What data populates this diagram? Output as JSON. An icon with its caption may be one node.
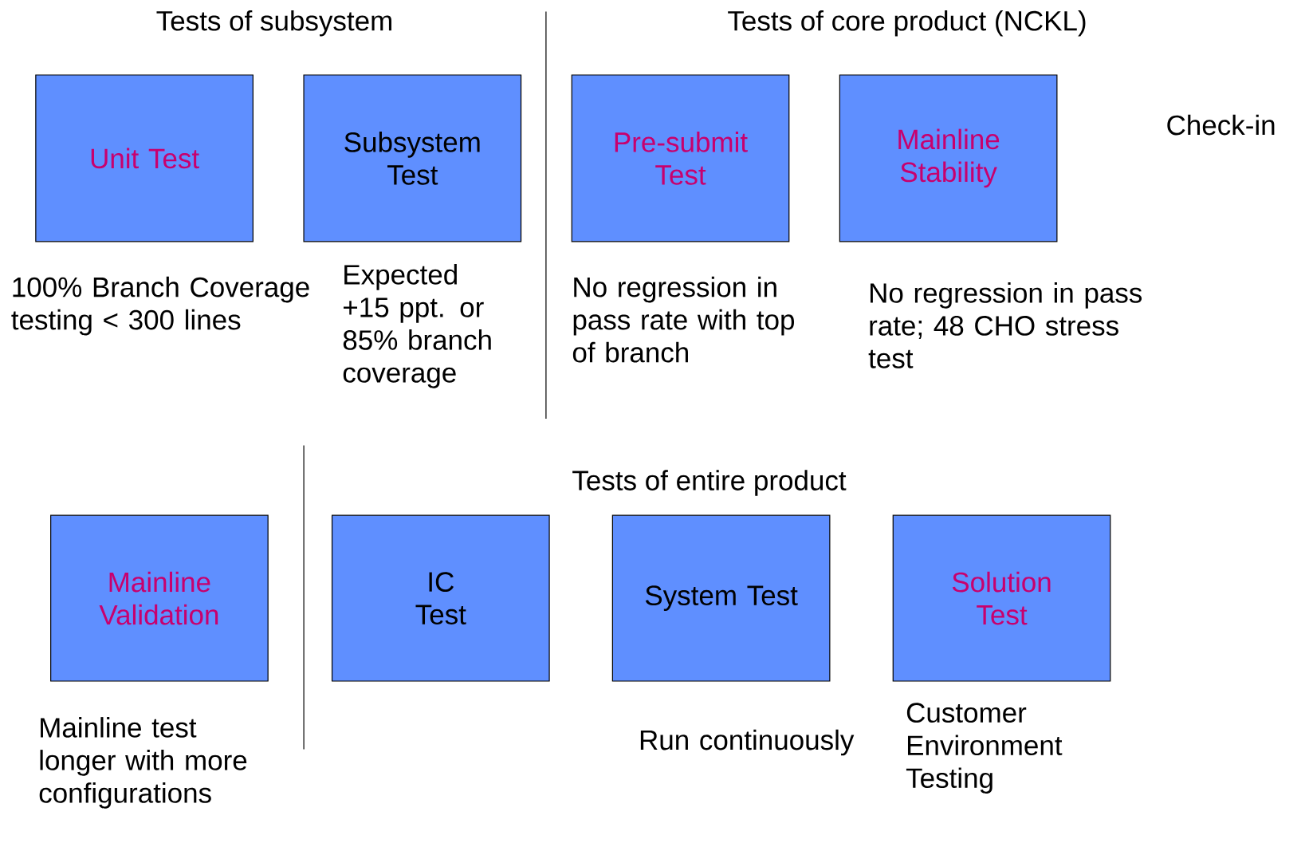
{
  "diagram": {
    "nodes": [
      {
        "text": [
          "Unit Test"
        ],
        "beside": [
          "100% Branch Coverage testing < 300 lines"
        ]
      },
      {
        "text": [
          "Subsystem Test"
        ],
        "beside": [
          "Expected +15 ppt. or 85% branch coverage"
        ]
      },
      {
        "text": [
          "Pre-submit Test"
        ],
        "beside": [
          "No regression in pass rate with top of branch"
        ]
      },
      {
        "text": [
          "Mainline Stability"
        ],
        "beside": [
          "No regression in pass rate;  48 CHO stress test"
        ]
      },
      {
        "text": [
          "Mainline Validation"
        ],
        "beside": [
          "Mainline test longer with more configurations"
        ]
      },
      {
        "text": [
          "IC Test"
        ]
      },
      {
        "text": [
          "System Test"
        ],
        "beside": [
          "Run continuously"
        ]
      },
      {
        "text": [
          "Solution Test"
        ],
        "beside": [
          "Customer Environment Testing"
        ]
      }
    ],
    "labels": [
      "Tests of subsystem",
      "Tests of core product (NCKL)",
      "Check-in",
      "Tests of entire product"
    ]
  }
}
